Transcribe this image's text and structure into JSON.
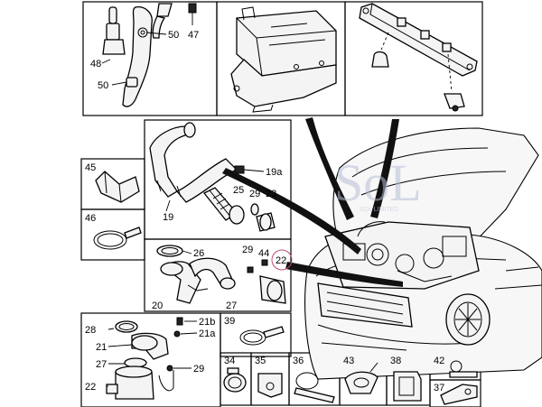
{
  "watermark": {
    "logo_text": "SoL",
    "tagline": "SOL LIMITED"
  },
  "callouts": {
    "top_left": [
      "48",
      "50",
      "50",
      "47"
    ],
    "center": [
      "19a",
      "19",
      "25",
      "29",
      "23"
    ],
    "lower_center": [
      "26",
      "29",
      "44",
      "22",
      "20",
      "27"
    ],
    "circled": "22",
    "lower_left": [
      "28",
      "21b",
      "21",
      "21a",
      "27",
      "29",
      "22"
    ],
    "small_boxes": [
      "45",
      "46",
      "39",
      "34",
      "35",
      "36",
      "43",
      "38",
      "42",
      "37"
    ]
  },
  "colors": {
    "line": "#000000",
    "callout_circle": "#c0506e",
    "watermark": "#b7bfd6"
  }
}
